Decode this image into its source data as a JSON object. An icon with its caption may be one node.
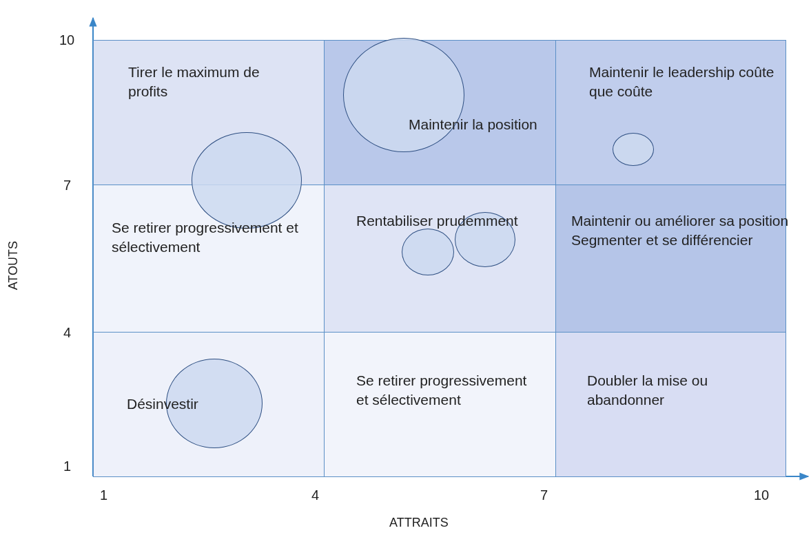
{
  "diagram": {
    "nodes": [
      {
        "text": [
          "Tirer le maximum de profits"
        ]
      },
      {
        "text": [
          "Maintenir la position"
        ]
      },
      {
        "text": [
          "Maintenir le leadership coûte que coûte"
        ]
      },
      {
        "text": [
          "Se retirer progressivement et sélectivement"
        ]
      },
      {
        "text": [
          "Rentabiliser prudemment"
        ]
      },
      {
        "text": [
          "Maintenir ou améliorer sa position Segmenter et se différencier"
        ]
      },
      {
        "text": [
          "Désinvestir"
        ]
      },
      {
        "text": [
          "Se retirer progressivement et sélectivement"
        ]
      },
      {
        "text": [
          "Doubler la mise ou abandonner"
        ]
      },
      {
        "text": [],
        "shape": "circle"
      },
      {
        "text": [],
        "shape": "circle",
        "in": 1
      },
      {
        "text": [],
        "shape": "circle",
        "in": 2
      },
      {
        "text": [],
        "shape": "circle",
        "in": 4
      },
      {
        "text": [],
        "shape": "circle",
        "in": 4
      },
      {
        "text": [],
        "shape": "circle",
        "in": 6
      }
    ],
    "labels": [
      "10",
      "7",
      "ATOUTS",
      "4",
      "1",
      "1",
      "4",
      "7",
      "10",
      "ATTRAITS"
    ]
  }
}
